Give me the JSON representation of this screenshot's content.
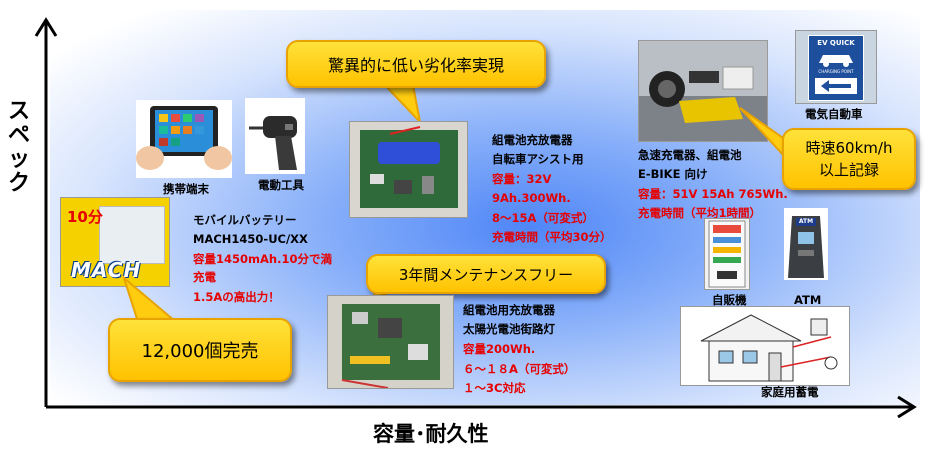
{
  "axes": {
    "y_label": "スペック",
    "x_label": "容量･耐久性"
  },
  "callouts": {
    "degradation": "驚異的に低い劣化率実現",
    "maintenance": "3年間メンテナンスフリー",
    "sales": "12,000個完売",
    "speed_line1": "時速60km/h",
    "speed_line2": "以上記録"
  },
  "mobile": {
    "tablet_caption": "携帯端末",
    "tool_caption": "電動工具",
    "title": "モバイルバッテリー",
    "model": "MACH1450-UC/XX",
    "capacity_line1": "容量1450mAh.10分で満",
    "capacity_line2": "充電",
    "output": "1.5Aの高出力！",
    "package_top": "10分",
    "package_brand": "MACH"
  },
  "bicycle": {
    "line1": "組電池充放電器",
    "line2": "自転車アシスト用",
    "line3": "容量：32V",
    "line4": "9Ah.300Wh.",
    "line5": "8～15A（可変式）",
    "line6": "充電時間（平均30分）"
  },
  "solar": {
    "line1": "組電池用充放電器",
    "line2": "太陽光電池街路灯",
    "line3": "容量200Wh.",
    "line4": "６～１８A（可変式）",
    "line5": "１～3C対応"
  },
  "ebike": {
    "line1": "急速充電器、組電池",
    "line2": "E-BIKE  向け",
    "line3": "容量：51V 15Ah 765Wh.",
    "line4": "充電時間（平均1時間）"
  },
  "ev": {
    "sign_top": "EV QUICK",
    "sign_sub": "CHARGING POINT",
    "caption": "電気自動車"
  },
  "vending": {
    "caption": "自販機"
  },
  "atm": {
    "caption": "ATM",
    "sign": "ATM"
  },
  "home": {
    "caption": "家庭用蓄電"
  },
  "colors": {
    "callout_fill": "#ffd21a",
    "highlight_red": "#e60000",
    "background_blue": "#4f86f7"
  }
}
